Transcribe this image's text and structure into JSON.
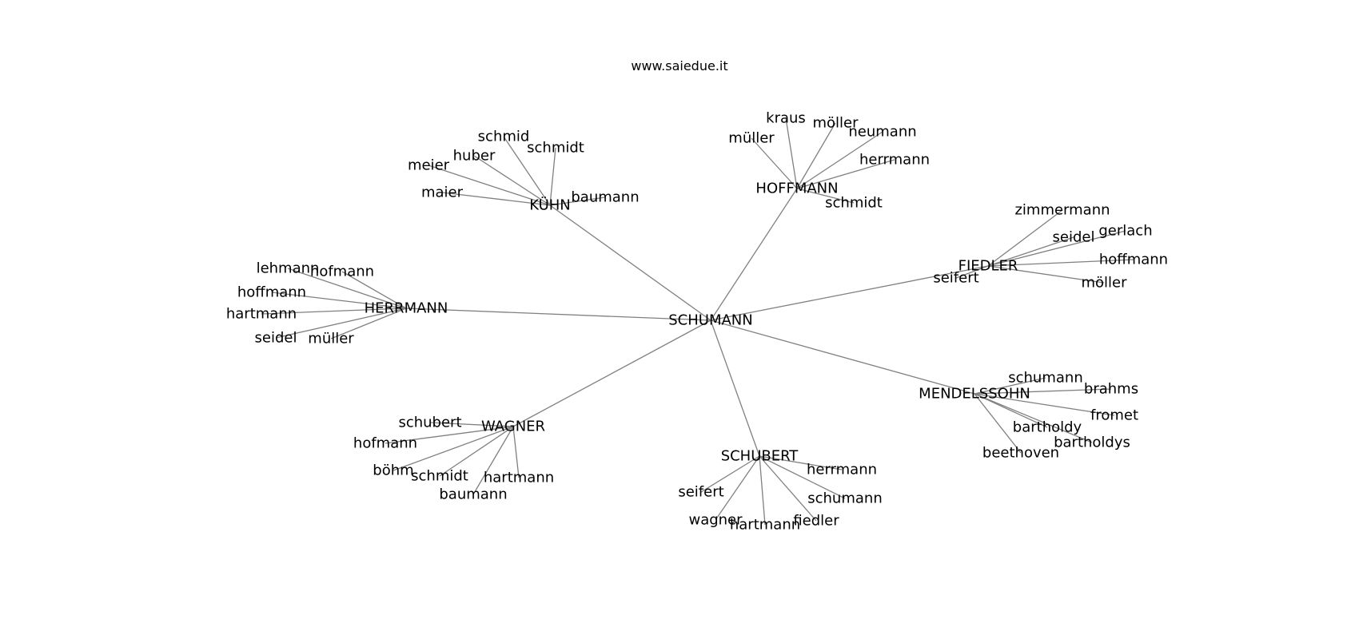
{
  "title": "www.saiedue.it",
  "colors": {
    "edge": "#808080",
    "text": "#000000",
    "background": "#ffffff"
  },
  "graph": {
    "root": "SCHUMANN",
    "groups": [
      {
        "hub": "KÜHN",
        "leaves": [
          "schmid",
          "schmidt",
          "huber",
          "meier",
          "maier",
          "baumann"
        ]
      },
      {
        "hub": "HOFFMANN",
        "leaves": [
          "kraus",
          "möller",
          "müller",
          "neumann",
          "herrmann",
          "schmidt"
        ]
      },
      {
        "hub": "FIEDLER",
        "leaves": [
          "zimmermann",
          "seidel",
          "gerlach",
          "hoffmann",
          "möller",
          "seifert"
        ]
      },
      {
        "hub": "HERRMANN",
        "leaves": [
          "lehmann",
          "hofmann",
          "hoffmann",
          "hartmann",
          "seidel",
          "müller"
        ]
      },
      {
        "hub": "MENDELSSOHN",
        "leaves": [
          "schumann",
          "brahms",
          "fromet",
          "bartholdy",
          "bartholdys",
          "beethoven"
        ]
      },
      {
        "hub": "WAGNER",
        "leaves": [
          "schubert",
          "hofmann",
          "böhm",
          "schmidt",
          "hartmann",
          "baumann"
        ]
      },
      {
        "hub": "SCHUBERT",
        "leaves": [
          "herrmann",
          "seifert",
          "schumann",
          "wagner",
          "hartmann",
          "fiedler"
        ]
      }
    ]
  }
}
